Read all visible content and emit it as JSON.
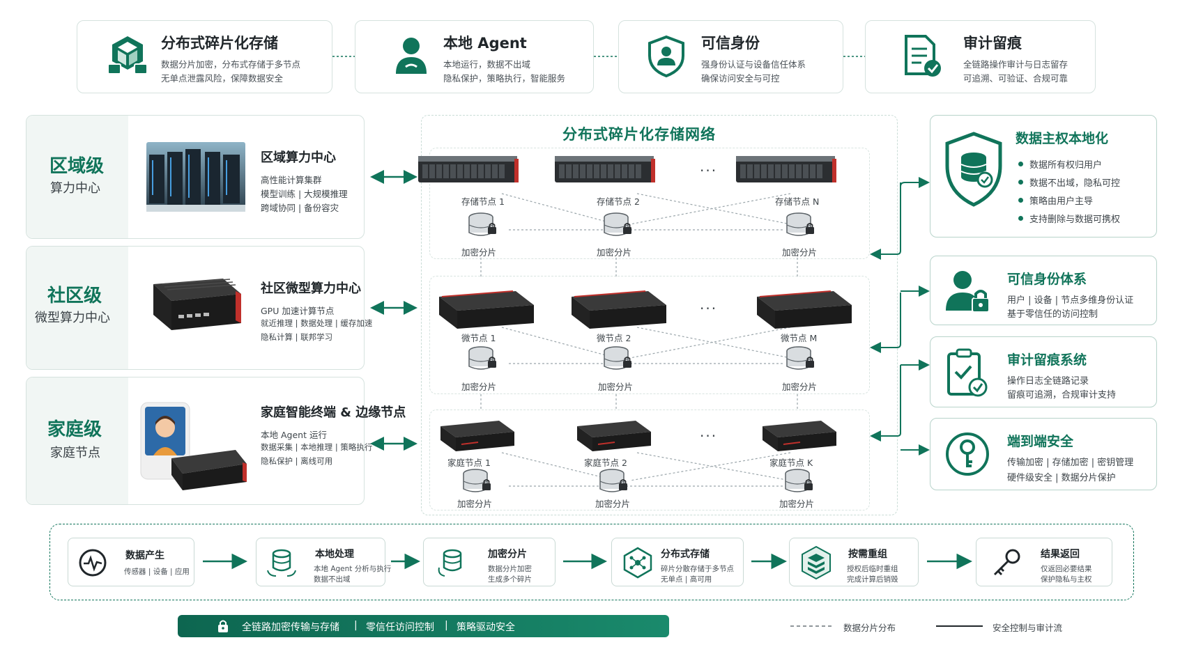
{
  "top_cards": [
    {
      "title": "分布式碎片化存储",
      "lines": [
        "数据分片加密，分布式存储于多节点",
        "无单点泄露风险，保障数据安全"
      ],
      "icon": "distributed-storage-icon"
    },
    {
      "title": "本地 Agent",
      "lines": [
        "本地运行，数据不出域",
        "隐私保护，策略执行，智能服务"
      ],
      "icon": "agent-user-icon"
    },
    {
      "title": "可信身份",
      "lines": [
        "强身份认证与设备信任体系",
        "确保访问安全与可控"
      ],
      "icon": "shield-user-icon"
    },
    {
      "title": "审计留痕",
      "lines": [
        "全链路操作审计与日志留存",
        "可追溯、可验证、合规可靠"
      ],
      "icon": "audit-document-icon"
    }
  ],
  "tiers": [
    {
      "name": "区域级",
      "sub": "算力中心",
      "title": "区域算力中心",
      "lines": [
        "高性能计算集群",
        "模型训练 | 大规模推理",
        "跨域协同 | 备份容灾"
      ],
      "image": "datacenter-racks-image"
    },
    {
      "name": "社区级",
      "sub": "微型算力中心",
      "title": "社区微型算力中心",
      "lines": [
        "GPU 加速计算节点",
        "就近推理 | 数据处理 | 缓存加速",
        "隐私计算 | 联邦学习"
      ],
      "image": "edge-server-box-image"
    },
    {
      "name": "家庭级",
      "sub": "家庭节点",
      "title": "家庭智能终端 & 边缘节点",
      "lines": [
        "本地 Agent 运行",
        "数据采集 | 本地推理 | 策略执行",
        "隐私保护 | 离线可用"
      ],
      "image": "home-terminal-image"
    }
  ],
  "network": {
    "title": "分布式碎片化存储网络",
    "rows": [
      {
        "nodes": [
          "存储节点 1",
          "存储节点 2",
          "存储节点 N"
        ],
        "shard_label": "加密分片"
      },
      {
        "nodes": [
          "微节点 1",
          "微节点 2",
          "微节点 M"
        ],
        "shard_label": "加密分片"
      },
      {
        "nodes": [
          "家庭节点 1",
          "家庭节点 2",
          "家庭节点 K"
        ],
        "shard_label": "加密分片"
      }
    ],
    "ellipsis": "···"
  },
  "right_panels": {
    "sovereignty": {
      "title": "数据主权本地化",
      "items": [
        "数据所有权归用户",
        "数据不出域，隐私可控",
        "策略由用户主导",
        "支持删除与数据可携权"
      ]
    },
    "identity": {
      "title": "可信身份体系",
      "lines": [
        "用户 | 设备 | 节点多维身份认证",
        "基于零信任的访问控制"
      ]
    },
    "audit": {
      "title": "审计留痕系统",
      "lines": [
        "操作日志全链路记录",
        "留痕可追溯，合规审计支持"
      ]
    },
    "e2e": {
      "title": "端到端安全",
      "lines": [
        "传输加密 | 存储加密 | 密钥管理",
        "硬件级安全 | 数据分片保护"
      ]
    }
  },
  "pipeline": [
    {
      "title": "数据产生",
      "lines": [
        "传感器 | 设备 | 应用"
      ],
      "icon": "pulse-icon"
    },
    {
      "title": "本地处理",
      "lines": [
        "本地 Agent 分析与执行",
        "数据不出域"
      ],
      "icon": "database-process-icon"
    },
    {
      "title": "加密分片",
      "lines": [
        "数据分片加密",
        "生成多个碎片"
      ],
      "icon": "database-split-icon"
    },
    {
      "title": "分布式存储",
      "lines": [
        "碎片分散存储于多节点",
        "无单点 | 高可用"
      ],
      "icon": "hexagon-network-icon"
    },
    {
      "title": "按需重组",
      "lines": [
        "授权后临时重组",
        "完成计算后销毁"
      ],
      "icon": "layers-icon"
    },
    {
      "title": "结果返回",
      "lines": [
        "仅返回必要结果",
        "保护隐私与主权"
      ],
      "icon": "key-icon"
    }
  ],
  "banner": {
    "items": [
      "全链路加密传输与存储",
      "零信任访问控制",
      "策略驱动安全"
    ],
    "separator": "|"
  },
  "legend": {
    "dashed": "数据分片分布",
    "solid": "安全控制与审计流"
  },
  "colors": {
    "accent": "#10745a",
    "border": "#d5e2de"
  }
}
